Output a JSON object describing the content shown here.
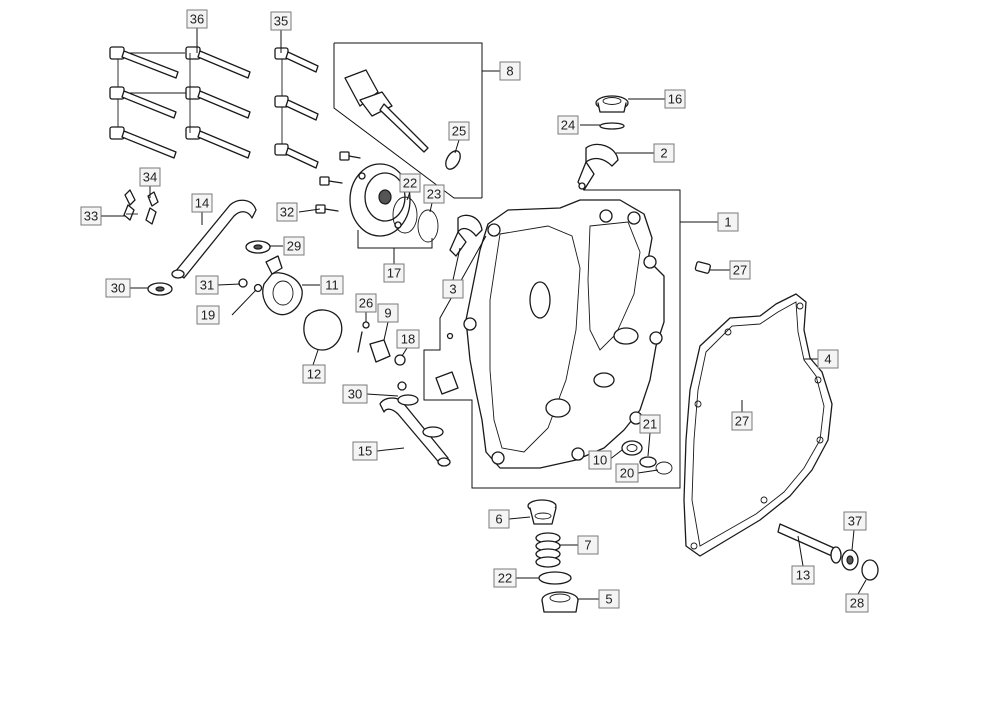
{
  "diagram": {
    "callouts": [
      {
        "id": "c36",
        "label": "36"
      },
      {
        "id": "c35",
        "label": "35"
      },
      {
        "id": "c8",
        "label": "8"
      },
      {
        "id": "c25",
        "label": "25"
      },
      {
        "id": "c16",
        "label": "16"
      },
      {
        "id": "c24",
        "label": "24"
      },
      {
        "id": "c2",
        "label": "2"
      },
      {
        "id": "c34",
        "label": "34"
      },
      {
        "id": "c33",
        "label": "33"
      },
      {
        "id": "c14",
        "label": "14"
      },
      {
        "id": "c32",
        "label": "32"
      },
      {
        "id": "c22a",
        "label": "22"
      },
      {
        "id": "c23",
        "label": "23"
      },
      {
        "id": "c1",
        "label": "1"
      },
      {
        "id": "c29",
        "label": "29"
      },
      {
        "id": "c17",
        "label": "17"
      },
      {
        "id": "c27a",
        "label": "27"
      },
      {
        "id": "c30a",
        "label": "30"
      },
      {
        "id": "c31",
        "label": "31"
      },
      {
        "id": "c11",
        "label": "11"
      },
      {
        "id": "c3",
        "label": "3"
      },
      {
        "id": "c19",
        "label": "19"
      },
      {
        "id": "c26",
        "label": "26"
      },
      {
        "id": "c9",
        "label": "9"
      },
      {
        "id": "c4",
        "label": "4"
      },
      {
        "id": "c18",
        "label": "18"
      },
      {
        "id": "c12",
        "label": "12"
      },
      {
        "id": "c30b",
        "label": "30"
      },
      {
        "id": "c27b",
        "label": "27"
      },
      {
        "id": "c21",
        "label": "21"
      },
      {
        "id": "c15",
        "label": "15"
      },
      {
        "id": "c10",
        "label": "10"
      },
      {
        "id": "c20",
        "label": "20"
      },
      {
        "id": "c6",
        "label": "6"
      },
      {
        "id": "c37",
        "label": "37"
      },
      {
        "id": "c7",
        "label": "7"
      },
      {
        "id": "c22b",
        "label": "22"
      },
      {
        "id": "c13",
        "label": "13"
      },
      {
        "id": "c5",
        "label": "5"
      },
      {
        "id": "c28",
        "label": "28"
      }
    ]
  }
}
